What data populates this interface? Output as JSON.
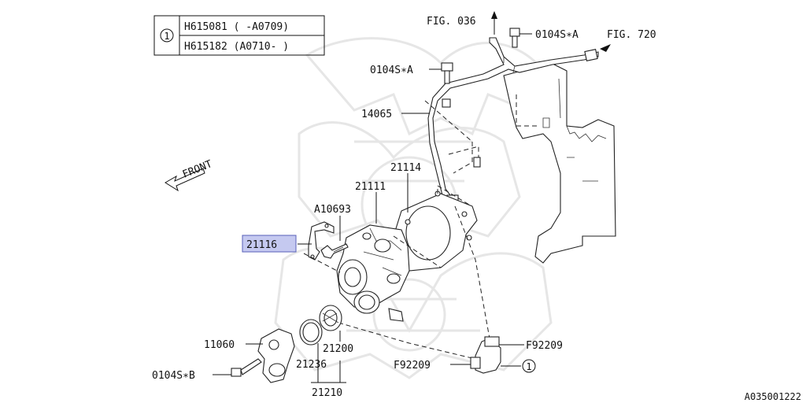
{
  "legend": {
    "symbol": "1",
    "rows": [
      "H615081 ( -A0709)",
      "H615182 (A0710- )"
    ]
  },
  "front_label": "FRONT",
  "figure_refs": {
    "fig036": "FIG. 036",
    "fig720": "FIG. 720"
  },
  "callouts": {
    "bolt_top_right": "0104S∗A",
    "bolt_top_left": "0104S∗A",
    "pipe_14065": "14065",
    "gasket_21114": "21114",
    "pump_21111": "21111",
    "bolt_a10693": "A10693",
    "bracket_21116": "21116",
    "cover_11060": "11060",
    "bolt_bottom": "0104S∗B",
    "thermostat_21200": "21200",
    "gasket_21236": "21236",
    "assy_21210": "21210",
    "clamp_top": "F92209",
    "clamp_bottom": "F92209",
    "hose_ref": "1"
  },
  "diagram_id": "A035001222",
  "highlight": "21116"
}
